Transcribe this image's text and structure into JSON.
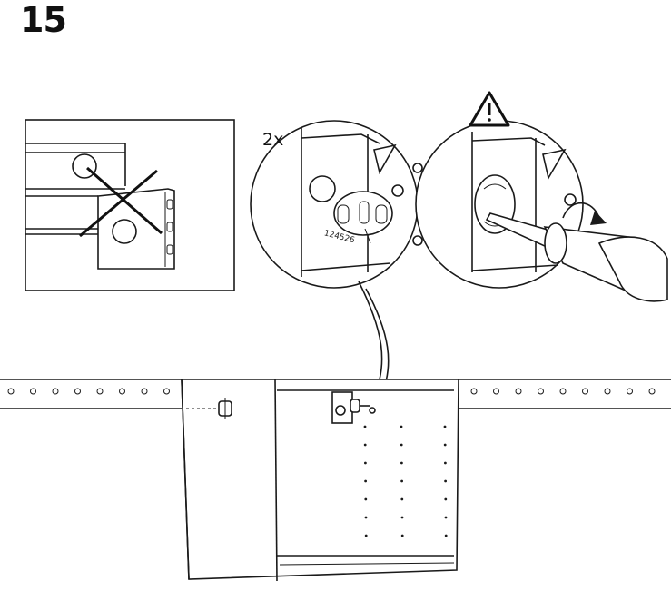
{
  "step": {
    "number": "15"
  },
  "detail": {
    "quantity": "2x",
    "part_number": "124526"
  },
  "icons": {
    "warning": "warning-triangle-icon",
    "forbidden": "cross-out-icon",
    "rotate": "clockwise-arrow-icon"
  },
  "colors": {
    "line": "#1a1a1a",
    "background": "#ffffff"
  }
}
